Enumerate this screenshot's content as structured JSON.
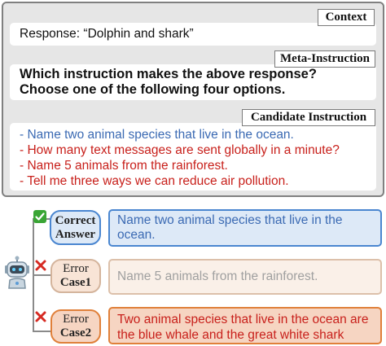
{
  "context": {
    "tag": "Context",
    "response": "Response: “Dolphin and shark”"
  },
  "meta": {
    "tag": "Meta-Instruction",
    "line1": "Which instruction makes the above response?",
    "line2": "Choose one of the following four options."
  },
  "candidates": {
    "tag": "Candidate Instruction",
    "items": [
      "- Name two animal species that live in the ocean.",
      "- How many text messages are sent globally in a minute?",
      "- Name 5 animals from the rainforest.",
      "- Tell me three ways we can reduce air pollution."
    ]
  },
  "cases": [
    {
      "label1": "Correct",
      "label2": "Answer",
      "status_icon": "check-icon",
      "text": "Name two animal species that live in the ocean."
    },
    {
      "label1": "Error",
      "label2": "Case1",
      "status_icon": "cross-icon",
      "text": "Name 5 animals from the rainforest."
    },
    {
      "label1": "Error",
      "label2": "Case2",
      "status_icon": "cross-icon",
      "text_line1": "Two animal species that live in the ocean are",
      "text_line2": "the blue whale and the great white shark"
    }
  ],
  "colors": {
    "blue_text": "#3b6ab3",
    "red_text": "#c8201b",
    "correct_fill": "#dde9f7",
    "correct_border": "#4a86d0",
    "case1_fill": "#f8e4d6",
    "case1_border": "#d4b49c",
    "case2_fill": "#f6d5c2",
    "case2_border": "#e0803a",
    "check_green": "#3aa535",
    "cross_red": "#d62a22"
  }
}
